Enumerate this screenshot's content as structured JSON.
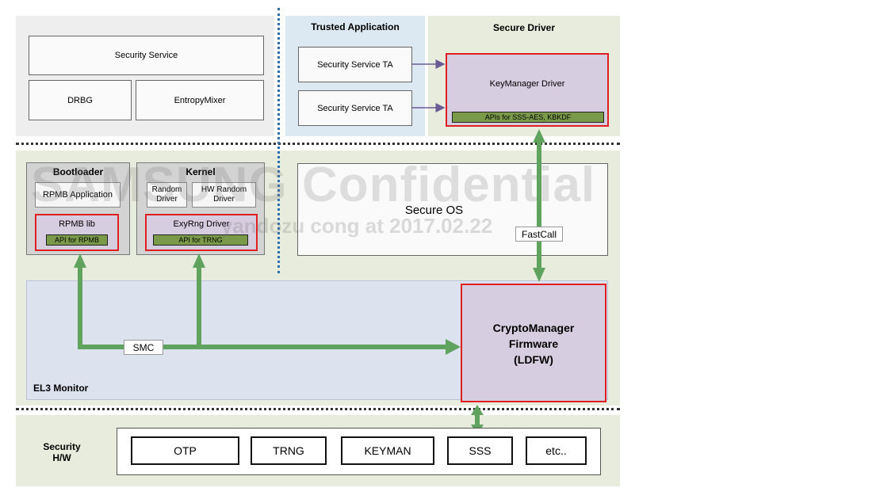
{
  "watermark": {
    "main": "SAMSUNG Confidential",
    "sub": "yandozu cong at 2017.02.22"
  },
  "normal_world": {
    "security_service": "Security Service",
    "drbg": "DRBG",
    "entropy_mixer": "EntropyMixer"
  },
  "trusted_application": {
    "title": "Trusted Application",
    "ta_1": "Security Service TA",
    "ta_2": "Security Service TA"
  },
  "secure_driver": {
    "title": "Secure Driver",
    "keymanager": "KeyManager Driver",
    "api": "APIs for SSS-AES, KBKDF"
  },
  "bootloader": {
    "title": "Bootloader",
    "rpmb_app": "RPMB Application",
    "rpmb_lib": "RPMB lib",
    "api": "API for RPMB"
  },
  "kernel": {
    "title": "Kernel",
    "random_driver": "Random Driver",
    "hw_random_driver": "HW Random Driver",
    "exyrng": "ExyRng Driver",
    "api": "API for TRNG"
  },
  "secure_os": {
    "label": "Secure OS",
    "fastcall": "FastCall"
  },
  "el3": {
    "label": "EL3 Monitor",
    "smc": "SMC",
    "cryptomanager_line1": "CryptoManager",
    "cryptomanager_line2": "Firmware",
    "cryptomanager_line3": "(LDFW)"
  },
  "security_hw": {
    "label_line1": "Security",
    "label_line2": "H/W",
    "items": [
      "OTP",
      "TRNG",
      "KEYMAN",
      "SSS",
      "etc.."
    ]
  },
  "colors": {
    "arrow_green": "#5fa35f",
    "highlight_red": "#e02020",
    "api_green": "#7a9a4a",
    "purple_fill": "#d7cde0"
  }
}
